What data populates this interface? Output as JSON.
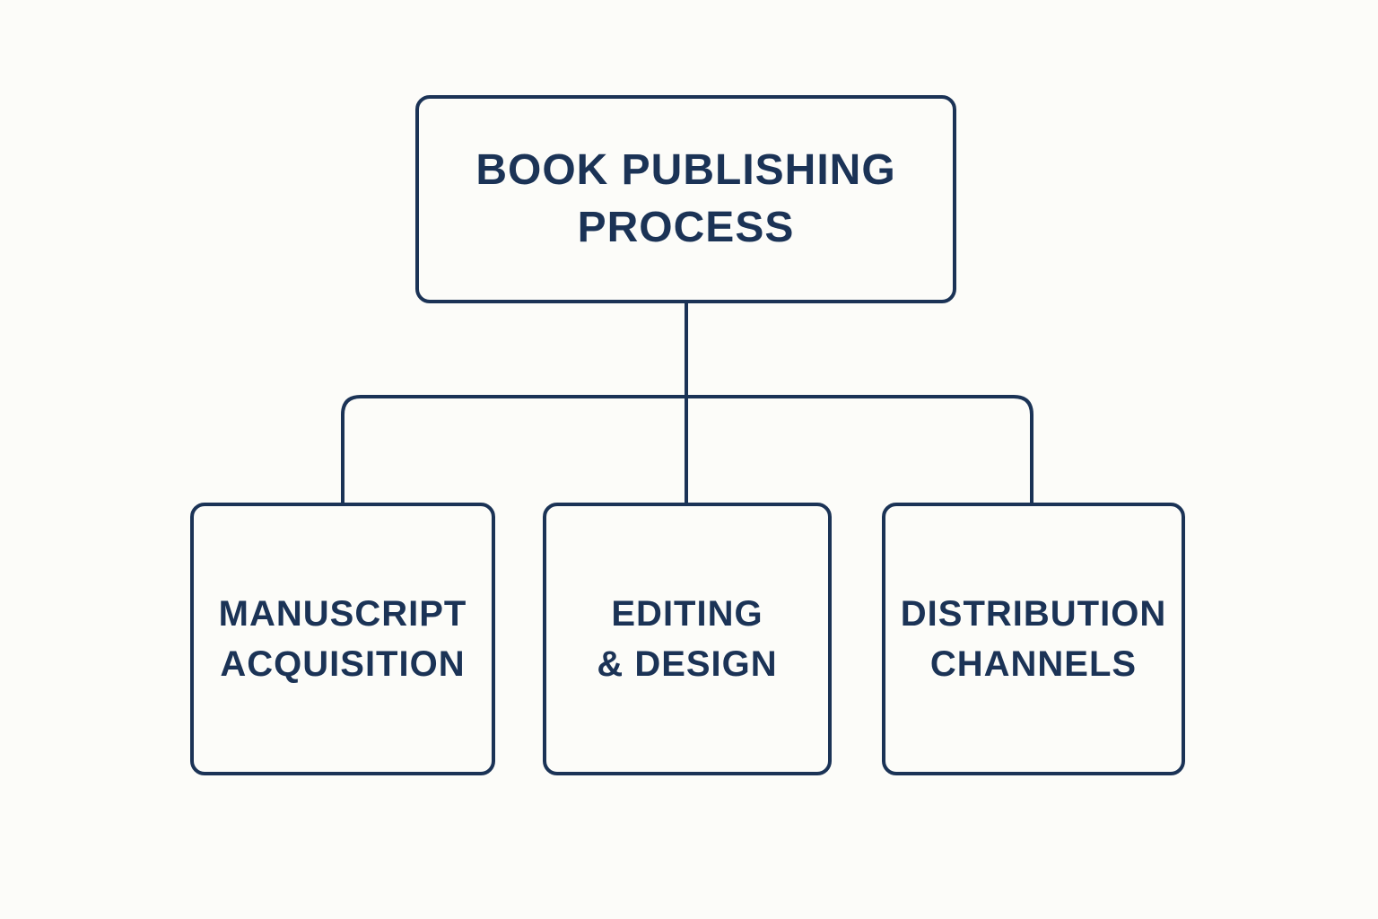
{
  "diagram": {
    "root": {
      "lines": [
        "BOOK PUBLISHING",
        "PROCESS"
      ]
    },
    "children": [
      {
        "lines": [
          "MANUSCRIPT",
          "ACQUISITION"
        ]
      },
      {
        "lines": [
          "EDITING",
          "& DESIGN"
        ]
      },
      {
        "lines": [
          "DISTRIBUTION",
          "CHANNELS"
        ]
      }
    ],
    "colors": {
      "stroke": "#1b3356",
      "text": "#1b3356",
      "background": "#fcfcf9"
    }
  }
}
